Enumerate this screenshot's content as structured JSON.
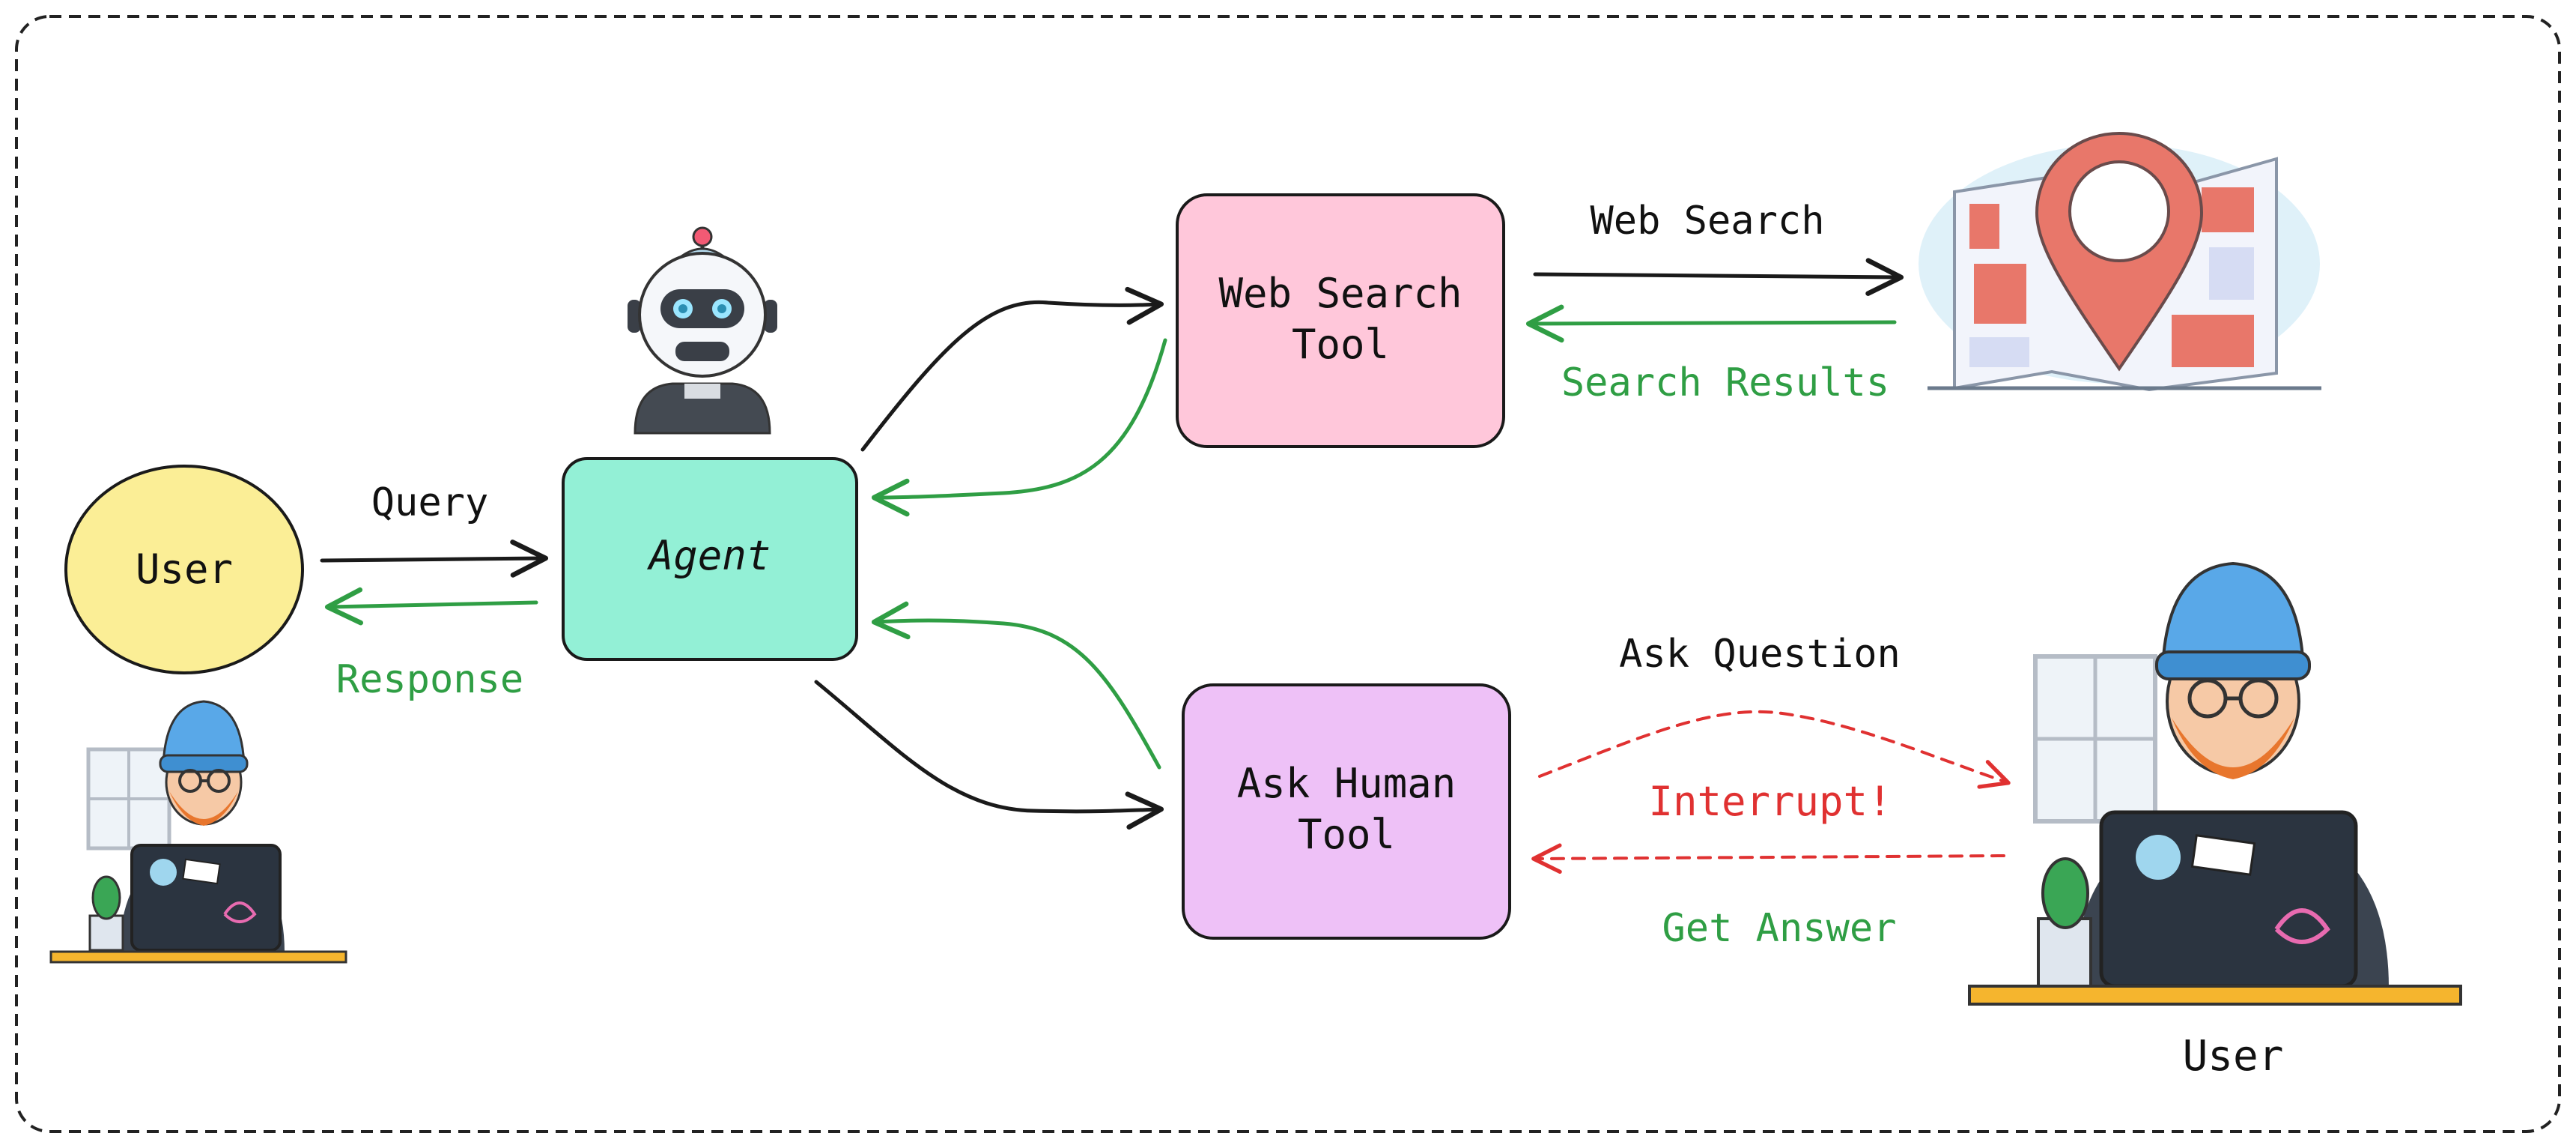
{
  "nodes": {
    "user_left": {
      "label": "User"
    },
    "agent": {
      "label": "Agent"
    },
    "web_search_tool": {
      "line1": "Web Search",
      "line2": "Tool"
    },
    "ask_human_tool": {
      "line1": "Ask Human",
      "line2": "Tool"
    }
  },
  "edges": {
    "query": "Query",
    "response": "Response",
    "web_search": "Web Search",
    "search_results": "Search Results",
    "ask_question": "Ask Question",
    "interrupt": "Interrupt!",
    "get_answer": "Get Answer"
  },
  "caption_right_user": "User",
  "illustrations": {
    "robot": "robot-icon",
    "map": "map-pin-icon",
    "developer_small": "developer-icon",
    "developer_large": "developer-icon"
  },
  "colors": {
    "user_fill": "#fbee96",
    "agent_fill": "#93f0d6",
    "web_search_fill": "#ffc7da",
    "ask_human_fill": "#eec1f7",
    "black_arrow": "#1a1a1a",
    "green_arrow": "#2f9e44",
    "red_arrow": "#e03131",
    "border": "#222222"
  }
}
